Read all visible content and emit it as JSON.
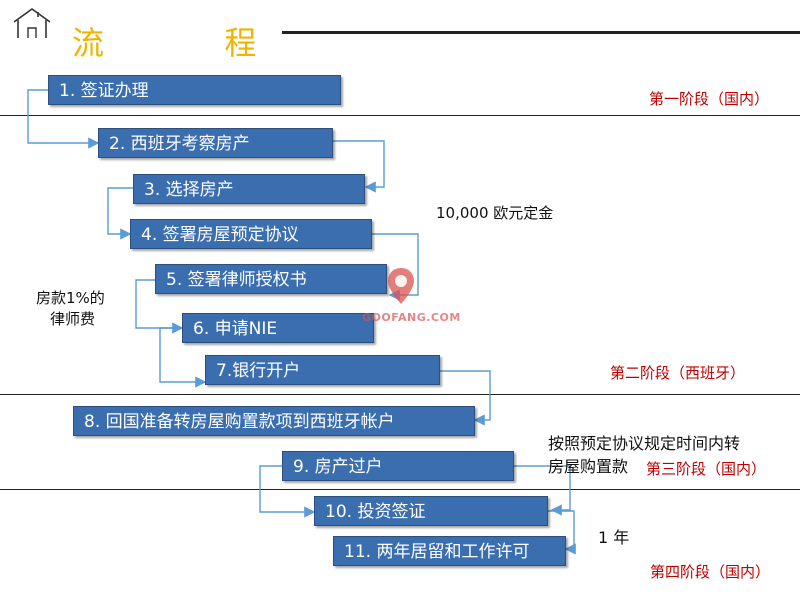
{
  "title": {
    "char1": "流",
    "char2": "程"
  },
  "steps": [
    "1. 签证办理",
    "2. 西班牙考察房产",
    "3. 选择房产",
    "4. 签署房屋预定协议",
    "5. 签署律师授权书",
    "6. 申请NIE",
    "7.银行开户",
    "8. 回国准备转房屋购置款项到西班牙帐户",
    "9. 房产过户",
    "10. 投资签证",
    "11. 两年居留和工作许可"
  ],
  "stages": [
    "第一阶段（国内）",
    "第二阶段（西班牙）",
    "第三阶段（国内）",
    "第四阶段（国内）"
  ],
  "notes": {
    "deposit": "10,000 欧元定金",
    "lawyer_fee_line1": "房款1%的",
    "lawyer_fee_line2": "律师费",
    "transfer_line1": "按照预定协议规定时间内转",
    "transfer_line2": "房屋购置款",
    "one_year": "1 年"
  },
  "watermark": "GOOFANG.COM",
  "colors": {
    "step_fill": "#3b6eaf",
    "stage_text": "#c00000",
    "title": "#f0b400",
    "connector": "#5b9bd5"
  }
}
